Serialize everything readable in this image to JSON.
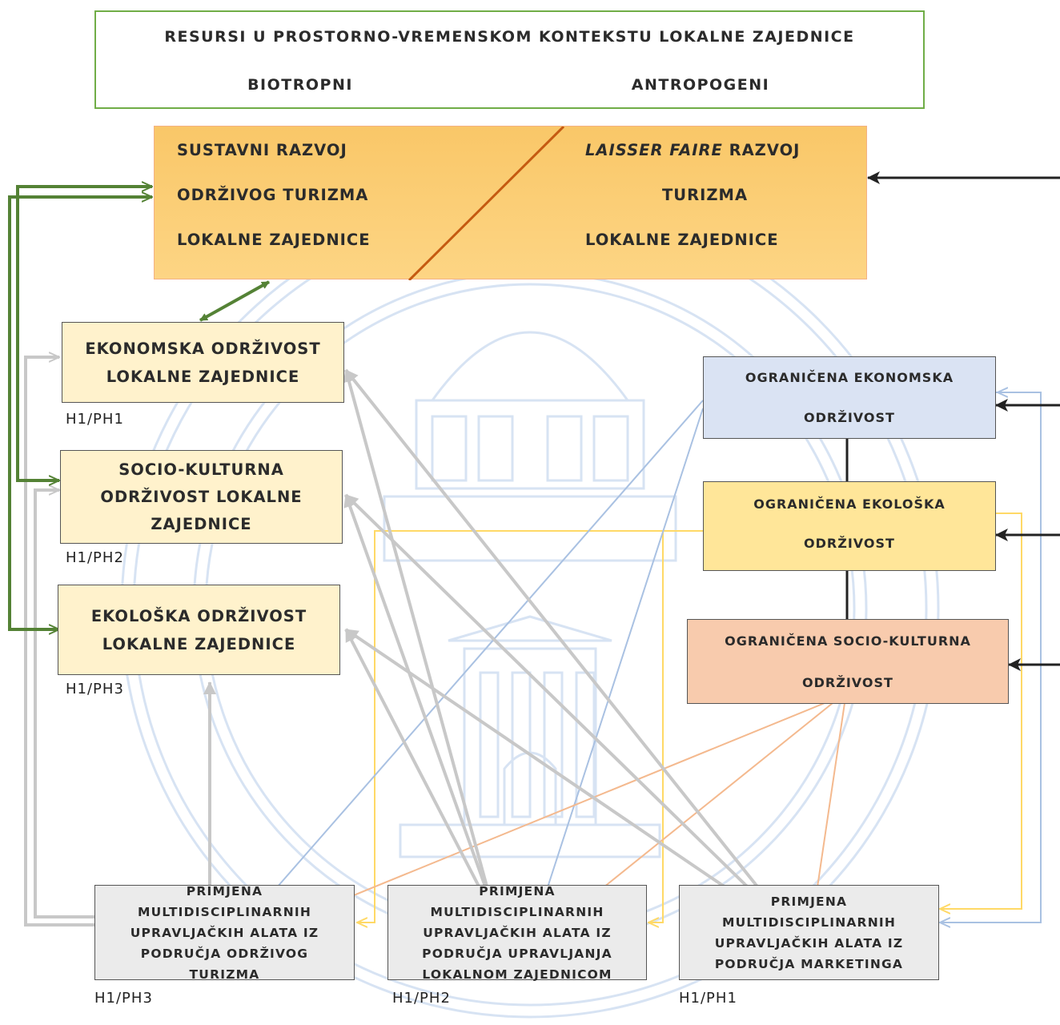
{
  "header": {
    "title": "RESURSI U PROSTORNO-VREMENSKOM KONTEKSTU LOKALNE ZAJEDNICE",
    "left": "BIOTROPNI",
    "right": "ANTROPOGENI"
  },
  "development": {
    "left_lines": [
      "SUSTAVNI RAZVOJ",
      "ODRŽIVOG TURIZMA",
      "LOKALNE ZAJEDNICE"
    ],
    "right_italic": "LAISSER FAIRE",
    "right_line1_rest": " RAZVOJ",
    "right_lines": [
      "TURIZMA",
      "LOKALNE ZAJEDNICE"
    ]
  },
  "sustainability": [
    {
      "lines": [
        "EKONOMSKA ODRŽIVOST",
        "LOKALNE ZAJEDNICE"
      ],
      "caption": "H1/PH1"
    },
    {
      "lines": [
        "SOCIO-KULTURNA",
        "ODRŽIVOST LOKALNE",
        "ZAJEDNICE"
      ],
      "caption": "H1/PH2"
    },
    {
      "lines": [
        "EKOLOŠKA ODRŽIVOST",
        "LOKALNE ZAJEDNICE"
      ],
      "caption": "H1/PH3"
    }
  ],
  "limited": [
    {
      "lines": [
        "OGRANIČENA EKONOMSKA",
        "ODRŽIVOST"
      ]
    },
    {
      "lines": [
        "OGRANIČENA EKOLOŠKA",
        "ODRŽIVOST"
      ]
    },
    {
      "lines": [
        "OGRANIČENA SOCIO-KULTURNA",
        "ODRŽIVOST"
      ]
    }
  ],
  "tools": [
    {
      "lines": [
        "PRIMJENA",
        "MULTIDISCIPLINARNIH",
        "UPRAVLJAČKIH ALATA IZ",
        "PODRUČJA ODRŽIVOG",
        "TURIZMA"
      ],
      "caption": "H1/PH3"
    },
    {
      "lines": [
        "PRIMJENA",
        "MULTIDISCIPLINARNIH",
        "UPRAVLJAČKIH ALATA IZ",
        "PODRUČJA UPRAVLJANJA",
        "LOKALNOM ZAJEDNICOM"
      ],
      "caption": "H1/PH2"
    },
    {
      "lines": [
        "PRIMJENA",
        "MULTIDISCIPLINARNIH",
        "UPRAVLJAČKIH ALATA IZ",
        "PODRUČJA MARKETINGA"
      ],
      "caption": "H1/PH1"
    }
  ],
  "colors": {
    "green": "#548235",
    "grey_arrow": "#c8c8c8",
    "blue_arrow": "#a9c1e2",
    "yellow_line": "#ffd966",
    "orange_arrow": "#f4b98e",
    "dev_fill": "#fdd27e",
    "diagonal": "#c55a11",
    "limited_econ": "#dae3f3",
    "limited_eco": "#ffe699",
    "limited_socio": "#f8cbad"
  }
}
